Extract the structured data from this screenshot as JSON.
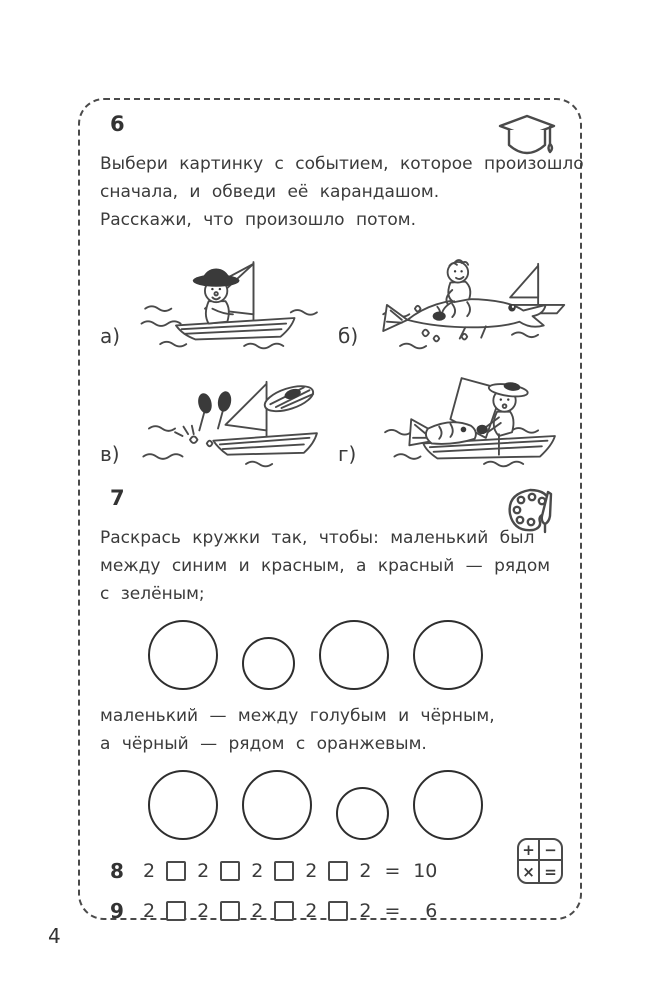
{
  "page": {
    "number": "4"
  },
  "colors": {
    "ink": "#3b3b3b",
    "line": "#4a4a4a",
    "frame": "#4a4a4a"
  },
  "task6": {
    "number": "6",
    "icon": "graduation-cap",
    "text_lines": [
      "Выбери картинку с событием, которое произошло",
      "сначала, и обведи её карандашом.",
      "Расскажи, что произошло потом."
    ],
    "pictures": [
      {
        "label": "а)",
        "description": "мальчик в шляпе плывёт в лодке под парусом"
      },
      {
        "label": "б)",
        "description": "мальчик верхом на большой рыбе, лодка позади"
      },
      {
        "label": "в)",
        "description": "мальчик упал за борт — ноги торчат из воды, шляпа летит"
      },
      {
        "label": "г)",
        "description": "мальчик в лодке вытаскивает большую рыбу"
      }
    ]
  },
  "task7": {
    "number": "7",
    "icon": "palette",
    "text_lines_1": [
      "Раскрась кружки так, чтобы: маленький был",
      "между синим и красным, а красный — рядом",
      "с зелёным;"
    ],
    "circles_row_1": [
      "large",
      "small",
      "large",
      "large"
    ],
    "text_lines_2": [
      "маленький — между голубым и чёрным,",
      "а чёрный — рядом с оранжевым."
    ],
    "circles_row_2": [
      "large",
      "large",
      "small",
      "large"
    ]
  },
  "task8": {
    "number": "8",
    "operand": "2",
    "equals": "=",
    "result": "10"
  },
  "task9": {
    "number": "9",
    "operand": "2",
    "equals": "=",
    "result": "6"
  },
  "math_icon": {
    "symbols": [
      "+",
      "−",
      "×",
      "="
    ]
  }
}
